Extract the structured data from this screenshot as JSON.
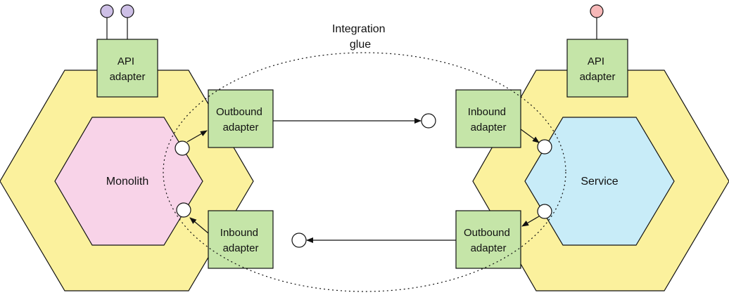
{
  "glue_label": [
    "Integration",
    "glue"
  ],
  "left": {
    "core_label": "Monolith",
    "api_adapter": [
      "API",
      "adapter"
    ],
    "outbound_adapter": [
      "Outbound",
      "adapter"
    ],
    "inbound_adapter": [
      "Inbound",
      "adapter"
    ]
  },
  "right": {
    "core_label": "Service",
    "api_adapter": [
      "API",
      "adapter"
    ],
    "inbound_adapter": [
      "Inbound",
      "adapter"
    ],
    "outbound_adapter": [
      "Outbound",
      "adapter"
    ]
  },
  "colors": {
    "hex_outer": "#fbf19d",
    "monolith": "#f8d3e8",
    "service": "#c8ecf8",
    "adapter": "#c5e5a8",
    "port_left": "#cdbfe6",
    "port_right": "#f7b8b8"
  }
}
